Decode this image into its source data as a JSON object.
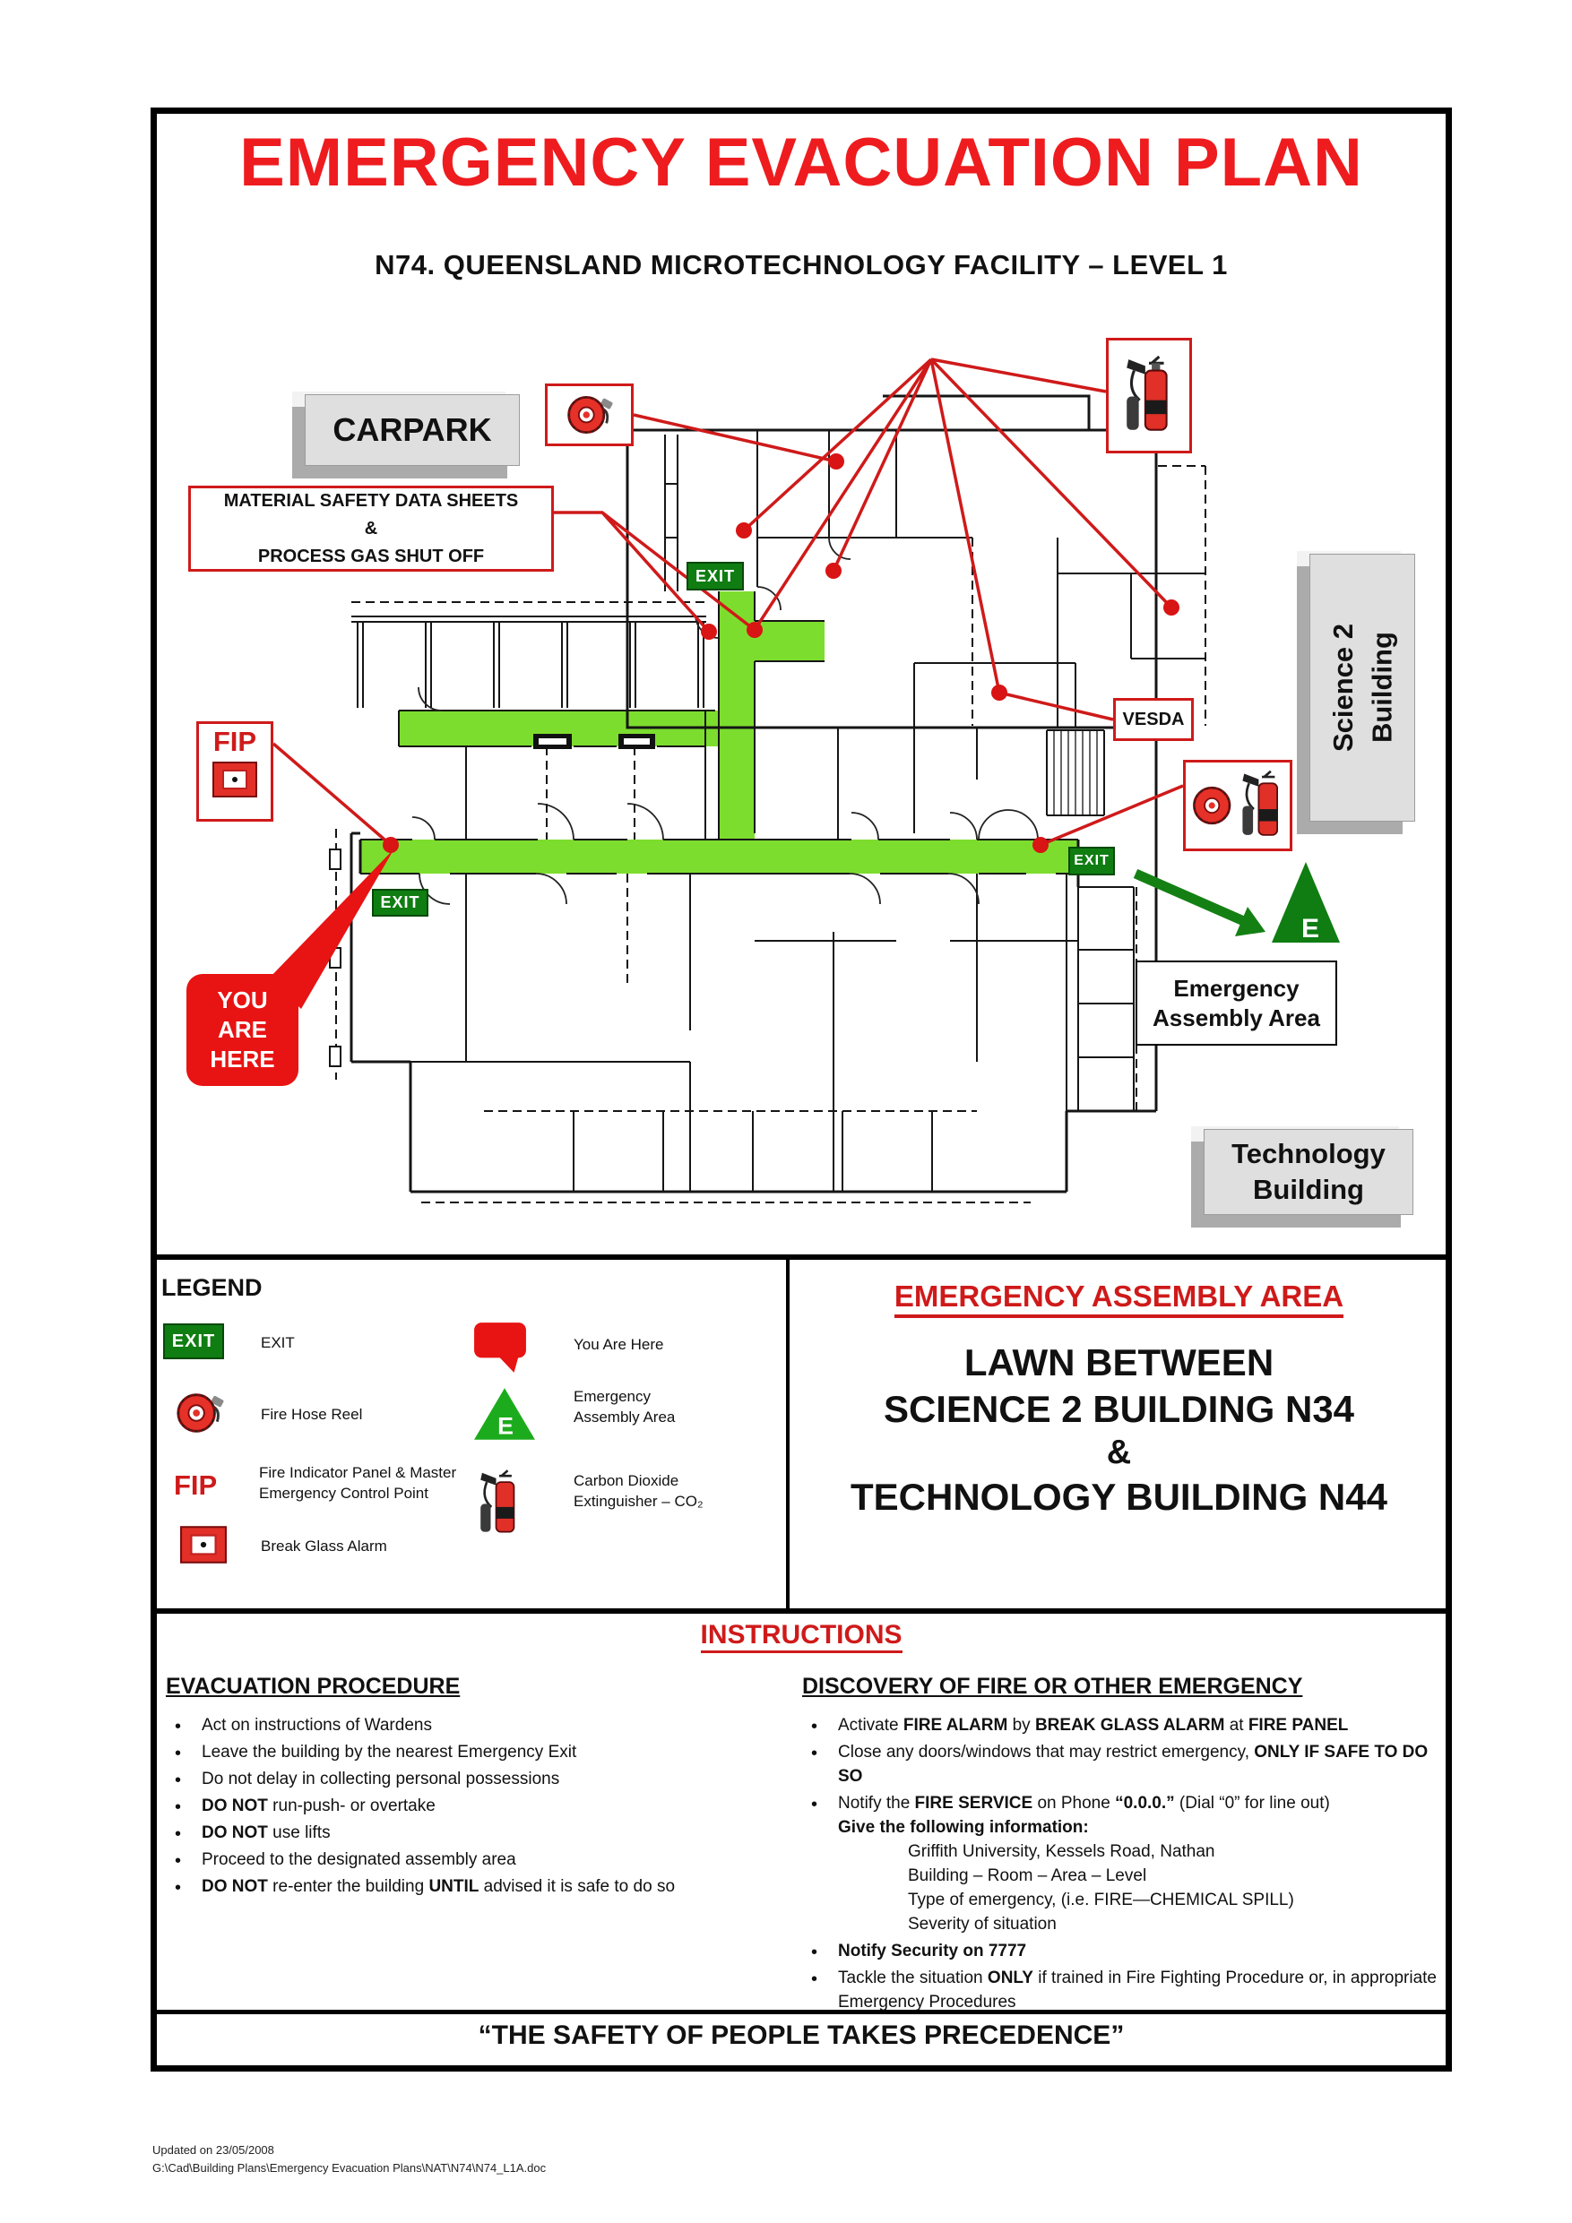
{
  "title": "EMERGENCY EVACUATION PLAN",
  "subtitle": "N74. QUEENSLAND MICROTECHNOLOGY FACILITY – LEVEL 1",
  "plan": {
    "exit_label": "EXIT",
    "carpark": "CARPARK",
    "msds_lines": [
      "MATERIAL SAFETY DATA SHEETS",
      "&",
      "PROCESS GAS SHUT OFF"
    ],
    "fip": "FIP",
    "vesda": "VESDA",
    "you_are_here": [
      "YOU",
      "ARE",
      "HERE"
    ],
    "assembly_box": [
      "Emergency",
      "Assembly Area"
    ],
    "science2": [
      "Science 2",
      "Building"
    ],
    "technology": [
      "Technology",
      "Building"
    ],
    "e_marker": "E"
  },
  "legend": {
    "heading": "LEGEND",
    "items": [
      {
        "icon": "exit-sign",
        "label": "EXIT"
      },
      {
        "icon": "fire-hose-reel",
        "label": "Fire Hose Reel"
      },
      {
        "icon": "fip",
        "symbol": "FIP",
        "lines": [
          "Fire Indicator Panel & Master",
          "Emergency Control Point"
        ]
      },
      {
        "icon": "break-glass-alarm",
        "label": "Break Glass Alarm"
      },
      {
        "icon": "you-are-here",
        "label": "You Are Here"
      },
      {
        "icon": "assembly-triangle",
        "lines": [
          "Emergency",
          "Assembly Area"
        ]
      },
      {
        "icon": "co2-extinguisher",
        "lines": [
          "Carbon Dioxide",
          "Extinguisher – CO₂"
        ]
      }
    ]
  },
  "assembly_panel": {
    "heading": "EMERGENCY ASSEMBLY AREA",
    "lines": [
      "LAWN BETWEEN",
      "SCIENCE 2 BUILDING N34",
      "&",
      "TECHNOLOGY BUILDING N44"
    ]
  },
  "instructions": {
    "heading": "INSTRUCTIONS",
    "evacuation": {
      "heading": "EVACUATION PROCEDURE",
      "items": [
        {
          "parts": [
            {
              "t": "Act on instructions of Wardens"
            }
          ]
        },
        {
          "parts": [
            {
              "t": "Leave the building by the nearest Emergency Exit"
            }
          ]
        },
        {
          "parts": [
            {
              "t": "Do not delay in collecting personal possessions"
            }
          ]
        },
        {
          "parts": [
            {
              "t": "DO NOT",
              "b": 1
            },
            {
              "t": " run-push- or overtake"
            }
          ]
        },
        {
          "parts": [
            {
              "t": "DO NOT",
              "b": 1
            },
            {
              "t": " use lifts"
            }
          ]
        },
        {
          "parts": [
            {
              "t": "Proceed to the designated assembly area"
            }
          ]
        },
        {
          "parts": [
            {
              "t": "DO NOT",
              "b": 1
            },
            {
              "t": " re-enter the building "
            },
            {
              "t": "UNTIL",
              "b": 1
            },
            {
              "t": " advised it is safe to do so"
            }
          ]
        }
      ]
    },
    "discovery": {
      "heading": "DISCOVERY OF FIRE OR OTHER EMERGENCY",
      "items": [
        {
          "parts": [
            {
              "t": "Activate "
            },
            {
              "t": "FIRE ALARM",
              "b": 1
            },
            {
              "t": " by "
            },
            {
              "t": "BREAK GLASS ALARM",
              "b": 1
            },
            {
              "t": " at "
            },
            {
              "t": "FIRE PANEL",
              "b": 1
            }
          ]
        },
        {
          "parts": [
            {
              "t": "Close any doors/windows that may restrict emergency, "
            },
            {
              "t": "ONLY IF SAFE TO DO SO",
              "b": 1
            }
          ]
        },
        {
          "parts": [
            {
              "t": "Notify the "
            },
            {
              "t": "FIRE SERVICE",
              "b": 1
            },
            {
              "t": " on Phone "
            },
            {
              "t": "“0.0.0.”",
              "b": 1
            },
            {
              "t": " (Dial “0” for line out)"
            }
          ],
          "subs": [
            {
              "t": "Give the following information:",
              "b": 1,
              "ind": 0
            },
            {
              "t": "Griffith University, Kessels Road, Nathan",
              "ind": 1
            },
            {
              "t": "Building – Room – Area – Level",
              "ind": 1
            },
            {
              "t": "Type of emergency, (i.e. FIRE—CHEMICAL SPILL)",
              "ind": 1
            },
            {
              "t": "Severity of situation",
              "ind": 1
            }
          ]
        },
        {
          "parts": [
            {
              "t": "Notify Security on 7777",
              "b": 1
            }
          ]
        },
        {
          "parts": [
            {
              "t": "Tackle the situation "
            },
            {
              "t": "ONLY",
              "b": 1
            },
            {
              "t": " if trained in Fire Fighting Procedure or, in appropriate Emergency Procedures"
            }
          ],
          "j": 1
        }
      ]
    }
  },
  "footer": {
    "quote": "“THE SAFETY OF PEOPLE TAKES PRECEDENCE”"
  },
  "meta": {
    "updated": "Updated on 23/05/2008",
    "path": "G:\\Cad\\Building Plans\\Emergency Evacuation Plans\\NAT\\N74\\N74_L1A.doc"
  },
  "colors": {
    "title_red": "#EE1C1F",
    "callout_red": "#CF1A1A",
    "you_are_here_red": "#E81313",
    "route_green": "#7DDD2E",
    "exit_sign_green": "#0F7D12",
    "legend_green": "#1CAB1C",
    "wall_black": "#151515",
    "box_grey": "#DFDFDF"
  }
}
